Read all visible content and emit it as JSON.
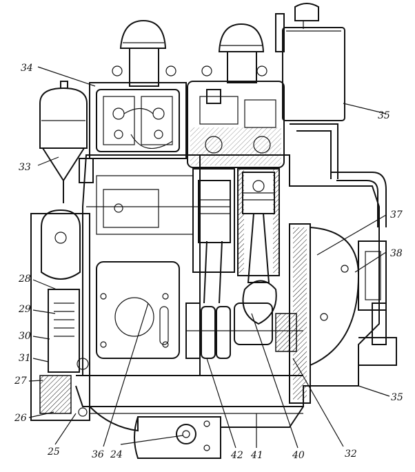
{
  "figure": {
    "labels": {
      "l24": "24",
      "l25": "25",
      "l26": "26",
      "l27": "27",
      "l28": "28",
      "l29": "29",
      "l30": "30",
      "l31": "31",
      "l32": "32",
      "l33": "33",
      "l34": "34",
      "l35a": "35",
      "l35b": "35",
      "l36": "36",
      "l37": "37",
      "l38": "38",
      "l40": "40",
      "l41": "41",
      "l42": "42"
    }
  }
}
